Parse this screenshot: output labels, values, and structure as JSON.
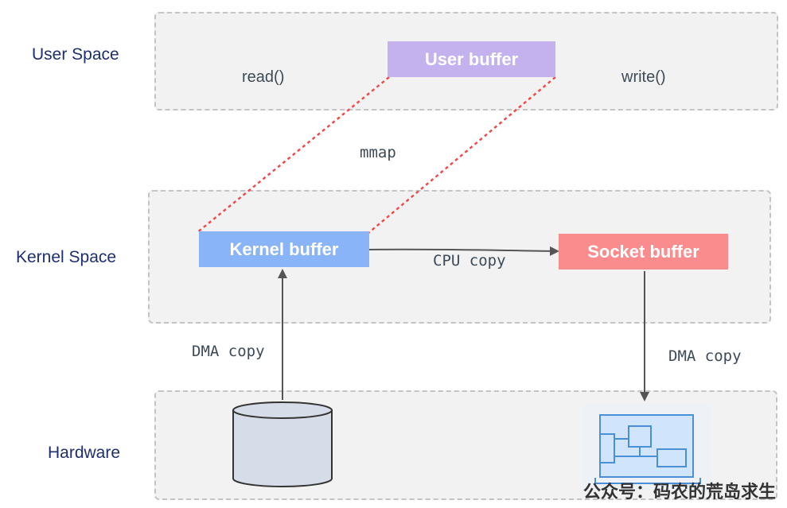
{
  "layers": {
    "user_space": "User Space",
    "kernel_space": "Kernel Space",
    "hardware": "Hardware"
  },
  "buffers": {
    "user": "User buffer",
    "kernel": "Kernel buffer",
    "socket": "Socket buffer"
  },
  "labels": {
    "read": "read()",
    "write": "write()",
    "mmap": "mmap",
    "cpu_copy": "CPU copy",
    "dma_copy_left": "DMA copy",
    "dma_copy_right": "DMA copy"
  },
  "icons": {
    "disk": "disk-cylinder-icon",
    "nic": "network-card-icon"
  },
  "colors": {
    "user_buffer": "#c4b2ee",
    "kernel_buffer": "#8ab4f8",
    "socket_buffer": "#fa8c8e",
    "mmap_line": "#ef4b4b",
    "arrow": "#555555"
  },
  "watermark": "公众号：码农的荒岛求生"
}
